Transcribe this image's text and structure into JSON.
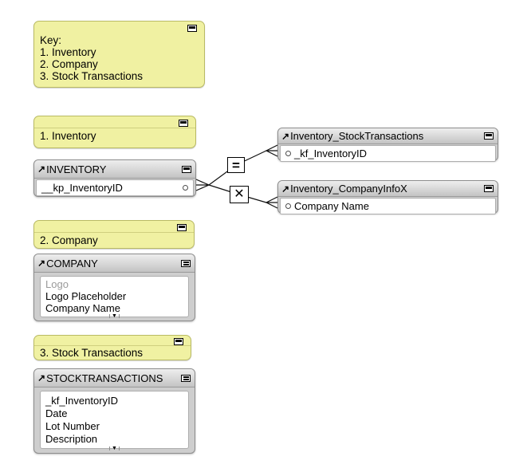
{
  "notes": {
    "key": {
      "lines": [
        "Key:",
        "1. Inventory",
        "2. Company",
        "3. Stock Transactions"
      ]
    },
    "inventory": {
      "label": "1. Inventory"
    },
    "company": {
      "label": "2. Company"
    },
    "stock": {
      "label": "3. Stock Transactions"
    }
  },
  "tables": {
    "inventory": {
      "name": "INVENTORY",
      "fields": [
        {
          "name": "__kp_InventoryID"
        }
      ]
    },
    "inventory_stocktransactions": {
      "name": "Inventory_StockTransactions",
      "fields": [
        {
          "name": "_kf_InventoryID"
        }
      ]
    },
    "inventory_companyinfox": {
      "name": "Inventory_CompanyInfoX",
      "fields": [
        {
          "name": "Company Name"
        }
      ]
    },
    "company": {
      "name": "COMPANY",
      "fields": [
        {
          "name": "Logo"
        },
        {
          "name": "Logo Placeholder"
        },
        {
          "name": "Company Name"
        }
      ]
    },
    "stocktransactions": {
      "name": "STOCKTRANSACTIONS",
      "fields": [
        {
          "name": "_kf_InventoryID"
        },
        {
          "name": "Date"
        },
        {
          "name": "Lot Number"
        },
        {
          "name": "Description"
        }
      ]
    }
  },
  "relationships": [
    {
      "from": "INVENTORY",
      "to": "Inventory_StockTransactions",
      "operator": "=",
      "operator_icon": "equals-operator-icon"
    },
    {
      "from": "INVENTORY",
      "to": "Inventory_CompanyInfoX",
      "operator": "✕",
      "operator_icon": "x-operator-icon"
    }
  ],
  "icons": {
    "jump_arrow": "↗",
    "scroll_down": "▼",
    "collapse_button": "minus-box",
    "display_toggle_button": "double-bar-box"
  },
  "colors": {
    "note_fill": "#f0f1a2",
    "note_border": "#b9ba64",
    "table_header_top": "#eeeeee",
    "table_header_bottom": "#c3c3c3",
    "table_frame": "#cecece",
    "line": "#111111",
    "background": "#ffffff"
  }
}
